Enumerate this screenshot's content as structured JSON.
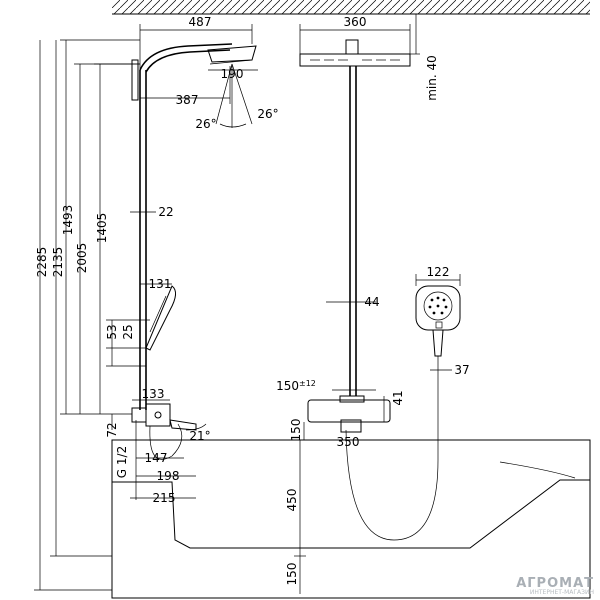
{
  "dimensions": {
    "d487": "487",
    "d360": "360",
    "d190": "190",
    "d387": "387",
    "d26a": "26°",
    "d26b": "26°",
    "dmin40": "min. 40",
    "d22": "22",
    "d1493": "1493",
    "d1405": "1405",
    "d2005": "2005",
    "d2135": "2135",
    "d2285": "2285",
    "d131": "131",
    "d122": "122",
    "d44": "44",
    "d53": "53",
    "d25": "25",
    "d37": "37",
    "d133": "133",
    "d150tol": "150",
    "d150tolsup": "±12",
    "d41": "41",
    "d72": "72",
    "d21": "21°",
    "d150a": "150",
    "d350": "350",
    "d147": "147",
    "dG12": "G 1/2",
    "d198": "198",
    "d215": "215",
    "d450": "450",
    "d150b": "150"
  },
  "watermark": {
    "main": "АГРОМАТ",
    "sub": "ИНТЕРНЕТ-МАГАЗИН"
  }
}
